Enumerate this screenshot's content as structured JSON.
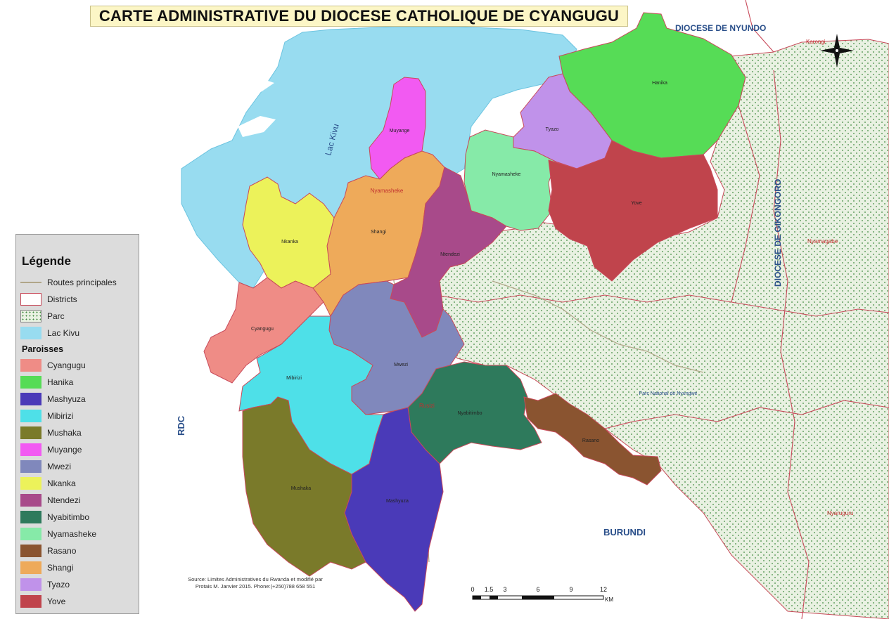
{
  "title": "CARTE ADMINISTRATIVE DU DIOCESE CATHOLIQUE DE CYANGUGU",
  "labels": {
    "lac": "Lac Kivu",
    "rdc": "RDC",
    "burundi": "BURUNDI",
    "nyundo": "DIOCESE DE NYUNDO",
    "gikongoro": "DIOCESE DE GIKONGORO",
    "park": "Parc National de Nyungwe",
    "town_nyamasheke": "Nyamasheke",
    "town_rusizi": "Rusizi",
    "town_karongi": "Karongi",
    "town_nyamagabe": "Nyamagabe",
    "town_nyaruguru": "Nyaruguru"
  },
  "parishes": {
    "cyangugu": "Cyangugu",
    "hanika": "Hanika",
    "mashyuza": "Mashyuza",
    "mibirizi": "Mibirizi",
    "mushaka": "Mushaka",
    "muyange": "Muyange",
    "mwezi": "Mwezi",
    "nkanka": "Nkanka",
    "ntendezi": "Ntendezi",
    "nyabitimbo": "Nyabitimbo",
    "nyamasheke": "Nyamasheke",
    "rasano": "Rasano",
    "shangi": "Shangi",
    "tyazo": "Tyazo",
    "yove": "Yove"
  },
  "colors": {
    "lake": "#98dcf0",
    "park_bg": "#e9f1e2",
    "park_dot": "#3f8a3f",
    "district_border": "#c84a5a",
    "road": "#b0a688",
    "cyangugu": "#ef8c86",
    "hanika": "#56dc56",
    "mashyuza": "#4a3ab8",
    "mibirizi": "#4ee0e8",
    "mushaka": "#7a7a2a",
    "muyange": "#f25af2",
    "mwezi": "#8088bc",
    "nkanka": "#ecf25a",
    "ntendezi": "#a84a8a",
    "nyabitimbo": "#2e7a5c",
    "nyamasheke": "#86eaa8",
    "rasano": "#8a5430",
    "shangi": "#eeaa5a",
    "tyazo": "#c092ea",
    "yove": "#c0444c"
  },
  "legend": {
    "heading": "Légende",
    "items": [
      {
        "label": "Routes principales"
      },
      {
        "label": "Districts"
      },
      {
        "label": "Parc"
      },
      {
        "label": "Lac Kivu"
      }
    ],
    "parishes_heading": "Paroisses",
    "parish_list": [
      "Cyangugu",
      "Hanika",
      "Mashyuza",
      "Mibirizi",
      "Mushaka",
      "Muyange",
      "Mwezi",
      "Nkanka",
      "Ntendezi",
      "Nyabitimbo",
      "Nyamasheke",
      "Rasano",
      "Shangi",
      "Tyazo",
      "Yove"
    ]
  },
  "scale": {
    "ticks": [
      "0",
      "1.5",
      "3",
      "6",
      "9",
      "12"
    ],
    "unit": "KM"
  },
  "source": {
    "line1": "Source: Limites Administratives du Rwanda et modifié par",
    "line2": "Protais M. Janvier 2015. Phone:(+250)788 658 551"
  },
  "north_icon": "compass-rose-icon"
}
